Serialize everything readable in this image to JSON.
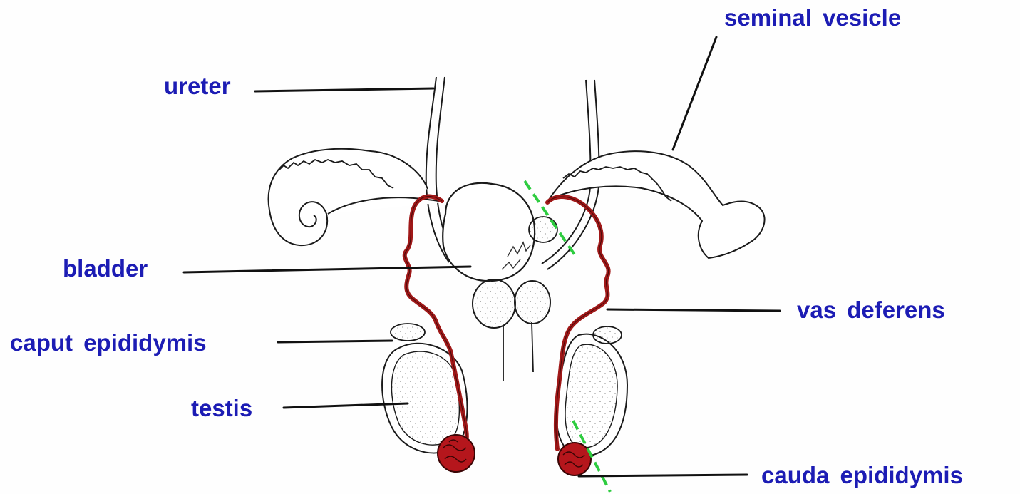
{
  "labels": {
    "seminal_vesicle": "seminal vesicle",
    "ureter": "ureter",
    "bladder": "bladder",
    "vas_deferens": "vas deferens",
    "caput_epididymis": "caput epididymis",
    "testis": "testis",
    "cauda_epididymis": "cauda epididymis"
  },
  "colors": {
    "label_text": "#1c1cb4",
    "outline": "#1a1a1a",
    "vas_deferens": "#a01818",
    "cauda_fill": "#b5161c",
    "cut_marker": "#2ecc40"
  }
}
